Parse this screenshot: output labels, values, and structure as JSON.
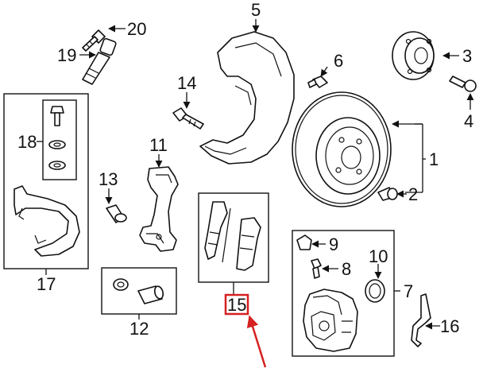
{
  "diagram": {
    "callouts": [
      {
        "id": "c1",
        "label": "1"
      },
      {
        "id": "c2",
        "label": "2"
      },
      {
        "id": "c3",
        "label": "3"
      },
      {
        "id": "c4",
        "label": "4"
      },
      {
        "id": "c5",
        "label": "5"
      },
      {
        "id": "c6",
        "label": "6"
      },
      {
        "id": "c7",
        "label": "7"
      },
      {
        "id": "c8",
        "label": "8"
      },
      {
        "id": "c9",
        "label": "9"
      },
      {
        "id": "c10",
        "label": "10"
      },
      {
        "id": "c11",
        "label": "11"
      },
      {
        "id": "c12",
        "label": "12"
      },
      {
        "id": "c13",
        "label": "13"
      },
      {
        "id": "c14",
        "label": "14"
      },
      {
        "id": "c15",
        "label": "15"
      },
      {
        "id": "c16",
        "label": "16"
      },
      {
        "id": "c17",
        "label": "17"
      },
      {
        "id": "c18",
        "label": "18"
      },
      {
        "id": "c19",
        "label": "19"
      },
      {
        "id": "c20",
        "label": "20"
      }
    ],
    "highlight": {
      "label_id": "c15",
      "color": "#d62020"
    },
    "line_color": "#111111"
  }
}
